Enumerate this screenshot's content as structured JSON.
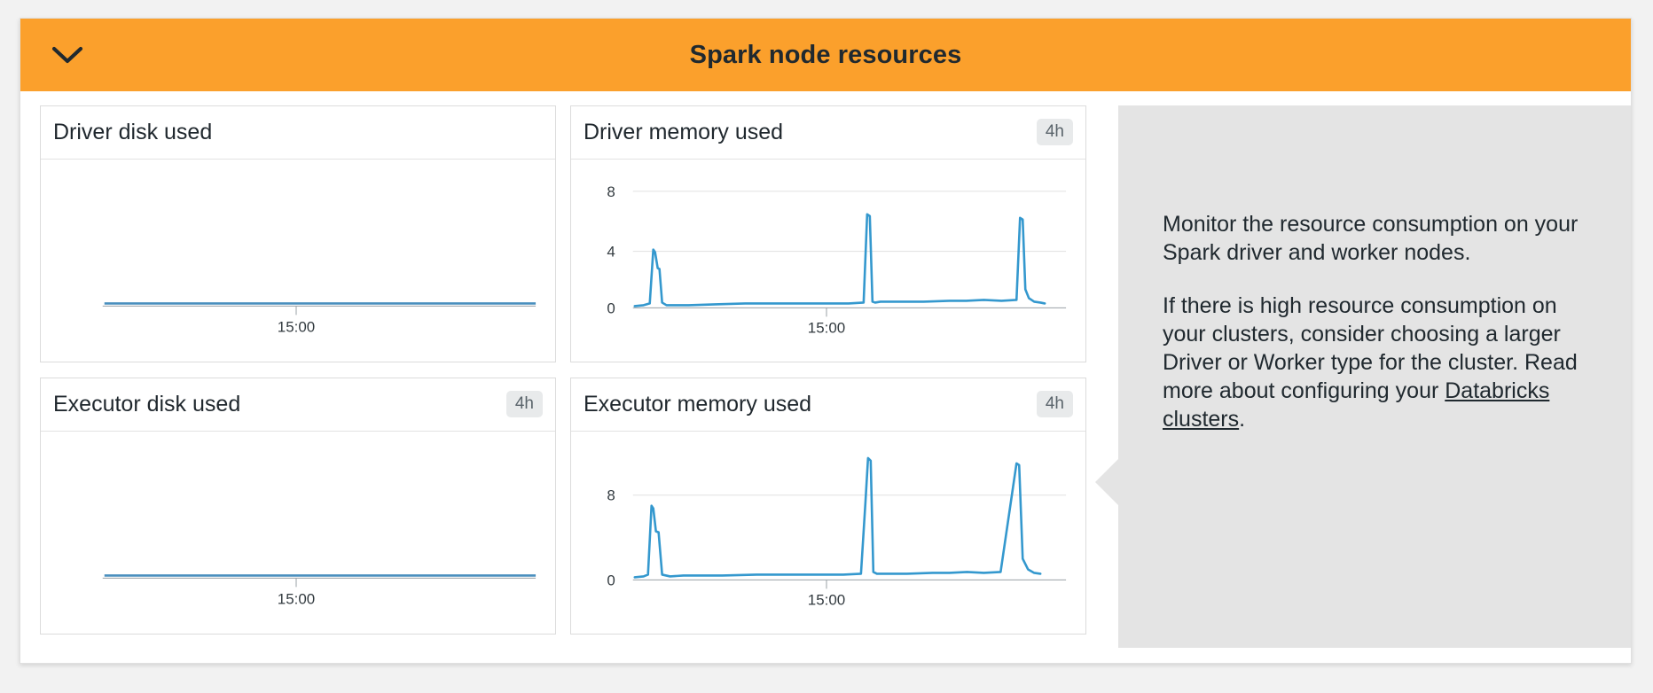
{
  "panel": {
    "title": "Spark node resources",
    "collapse_icon": "chevron-down-icon",
    "header_color": "#fba02c"
  },
  "charts": [
    {
      "id": "driver-disk-used",
      "title": "Driver disk used",
      "badge": "",
      "has_badge": false
    },
    {
      "id": "driver-memory-used",
      "title": "Driver memory used",
      "badge": "4h",
      "has_badge": true
    },
    {
      "id": "executor-disk-used",
      "title": "Executor disk used",
      "badge": "4h",
      "has_badge": true
    },
    {
      "id": "executor-memory-used",
      "title": "Executor memory used",
      "badge": "4h",
      "has_badge": true
    }
  ],
  "callout": {
    "paragraph1": "Monitor the resource consumption on your Spark driver and worker nodes.",
    "paragraph2_before": "If there is high resource consumption on your clusters, consider choosing a larger Driver or Worker type for the cluster. Read more about configuring your ",
    "link_text": "Databricks clusters",
    "paragraph2_after": ".",
    "background": "#e4e4e4"
  },
  "chart_data": [
    {
      "id": "driver-disk-used",
      "type": "line",
      "title": "Driver disk used",
      "xlabel": "",
      "ylabel": "",
      "xtick_labels": [
        "15:00"
      ],
      "ytick_labels": [],
      "ylim": [
        0,
        1
      ],
      "grid": false,
      "series": [
        {
          "name": "Driver disk used",
          "color": "#4a8fbe",
          "x": [
            0,
            10,
            20,
            30,
            40,
            50,
            60,
            70,
            80,
            90,
            100
          ],
          "values": [
            0,
            0,
            0,
            0,
            0,
            0,
            0,
            0,
            0,
            0,
            0
          ]
        }
      ]
    },
    {
      "id": "driver-memory-used",
      "type": "line",
      "title": "Driver memory used",
      "xlabel": "",
      "ylabel": "",
      "xtick_labels": [
        "15:00"
      ],
      "ytick_labels": [
        "8",
        "4",
        "0"
      ],
      "ylim": [
        0,
        9.5
      ],
      "grid": true,
      "series": [
        {
          "name": "Driver memory used",
          "color": "#3498ce",
          "x": [
            0,
            2,
            3.5,
            4.2,
            4.6,
            5.0,
            5.4,
            6.0,
            7,
            9,
            12,
            18,
            25,
            35,
            45,
            55,
            58.5,
            59.2,
            59.8,
            60.4,
            61.0,
            62,
            66,
            72,
            78,
            82,
            86,
            90,
            93.5,
            94.2,
            94.8,
            95.4,
            96.2,
            97.5,
            99,
            100
          ],
          "values": [
            0.1,
            0.15,
            0.3,
            4.1,
            3.9,
            2.7,
            2.6,
            0.35,
            0.2,
            0.2,
            0.2,
            0.25,
            0.3,
            0.3,
            0.3,
            0.3,
            0.35,
            6.5,
            6.4,
            0.4,
            0.35,
            0.4,
            0.4,
            0.4,
            0.45,
            0.5,
            0.5,
            0.45,
            0.5,
            6.2,
            6.1,
            1.2,
            0.6,
            0.4,
            0.35,
            0.3
          ]
        }
      ]
    },
    {
      "id": "executor-disk-used",
      "type": "line",
      "title": "Executor disk used",
      "xlabel": "",
      "ylabel": "",
      "xtick_labels": [
        "15:00"
      ],
      "ytick_labels": [],
      "ylim": [
        0,
        1
      ],
      "grid": false,
      "series": [
        {
          "name": "Executor disk used",
          "color": "#4a8fbe",
          "x": [
            0,
            10,
            20,
            30,
            40,
            50,
            60,
            70,
            80,
            90,
            100
          ],
          "values": [
            0,
            0,
            0,
            0,
            0,
            0,
            0,
            0,
            0,
            0,
            0
          ]
        }
      ]
    },
    {
      "id": "executor-memory-used",
      "type": "line",
      "title": "Executor memory used",
      "xlabel": "",
      "ylabel": "",
      "xtick_labels": [
        "15:00"
      ],
      "ytick_labels": [
        "8",
        "0"
      ],
      "ylim": [
        0,
        11
      ],
      "grid": true,
      "series": [
        {
          "name": "Executor memory used",
          "color": "#3498ce",
          "x": [
            0,
            2,
            3.2,
            4.0,
            4.5,
            5.0,
            5.5,
            6.2,
            8,
            11,
            14,
            20,
            28,
            38,
            48,
            56,
            58.8,
            59.5,
            60.2,
            60.9,
            62,
            66,
            72,
            78,
            82,
            86,
            90,
            93.8,
            94.5,
            95.2,
            95.9,
            97,
            98.5,
            100
          ],
          "values": [
            0.2,
            0.25,
            0.4,
            7.0,
            6.7,
            4.6,
            4.5,
            0.45,
            0.3,
            0.35,
            0.35,
            0.4,
            0.4,
            0.4,
            0.4,
            0.45,
            0.5,
            10.0,
            9.8,
            0.6,
            0.55,
            0.55,
            0.6,
            0.6,
            0.65,
            0.7,
            0.65,
            0.7,
            9.5,
            9.3,
            1.5,
            0.8,
            0.55,
            0.5
          ]
        }
      ]
    }
  ]
}
